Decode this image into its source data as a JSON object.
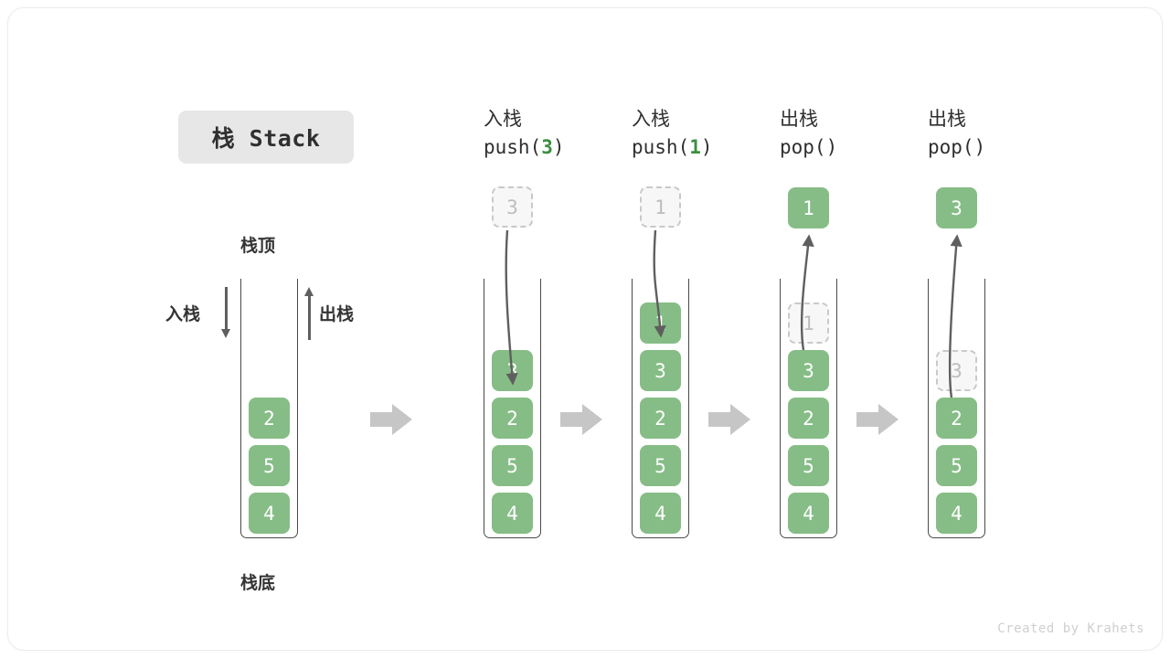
{
  "title": {
    "text": "栈 Stack"
  },
  "labels": {
    "top": "栈顶",
    "bottom": "栈底",
    "push_dir": "入栈",
    "pop_dir": "出栈"
  },
  "footer": {
    "credit": "Created by Krahets"
  },
  "colors": {
    "element_green": "#86bd86",
    "accent_green": "#3c8e42",
    "ghost_bg": "#f7f7f7",
    "ghost_border": "#c9c9c9",
    "tube_stroke": "#4a4a4a",
    "step_arrow": "#c6c6c6",
    "badge_bg": "#e7e7e7",
    "text": "#2f2f2f",
    "footer_text": "#cfcfcf"
  },
  "chart_data": {
    "type": "diagram",
    "title": "栈 Stack",
    "description": "Stack push/pop operation sequence; elements stack from bottom (栈底) to top (栈顶).",
    "initial_stack_bottom_to_top": [
      "4",
      "5",
      "2"
    ],
    "steps": [
      {
        "id": "initial",
        "op_cn": "",
        "op_code": "",
        "stack_bottom_to_top": [
          "4",
          "5",
          "2"
        ],
        "floating": null,
        "motion": "none"
      },
      {
        "id": "push-3",
        "op_cn": "入栈",
        "op_code": "push(3)",
        "op_arg": "3",
        "stack_bottom_to_top": [
          "4",
          "5",
          "2",
          "3"
        ],
        "floating": {
          "value": "3",
          "style": "ghost"
        },
        "motion": "down"
      },
      {
        "id": "push-1",
        "op_cn": "入栈",
        "op_code": "push(1)",
        "op_arg": "1",
        "stack_bottom_to_top": [
          "4",
          "5",
          "2",
          "3",
          "1"
        ],
        "floating": {
          "value": "1",
          "style": "ghost"
        },
        "motion": "down"
      },
      {
        "id": "pop-1",
        "op_cn": "出栈",
        "op_code": "pop()",
        "op_arg": "",
        "stack_bottom_to_top": [
          "4",
          "5",
          "2",
          "3"
        ],
        "ghost_top": "1",
        "floating": {
          "value": "1",
          "style": "solid"
        },
        "motion": "up"
      },
      {
        "id": "pop-3",
        "op_cn": "出栈",
        "op_code": "pop()",
        "op_arg": "",
        "stack_bottom_to_top": [
          "4",
          "5",
          "2"
        ],
        "ghost_top": "3",
        "floating": {
          "value": "3",
          "style": "solid"
        },
        "motion": "up"
      }
    ]
  },
  "columns": [
    {
      "header_cn": "",
      "header_code_prefix": "",
      "header_code_arg": "",
      "header_code_suffix": "",
      "cells": [
        {
          "value": "4",
          "style": "solid"
        },
        {
          "value": "5",
          "style": "solid"
        },
        {
          "value": "2",
          "style": "solid"
        }
      ],
      "floating": null
    },
    {
      "header_cn": "入栈",
      "header_code_prefix": "push(",
      "header_code_arg": "3",
      "header_code_suffix": ")",
      "cells": [
        {
          "value": "4",
          "style": "solid"
        },
        {
          "value": "5",
          "style": "solid"
        },
        {
          "value": "2",
          "style": "solid"
        },
        {
          "value": "3",
          "style": "solid"
        }
      ],
      "floating": {
        "value": "3",
        "style": "ghost"
      }
    },
    {
      "header_cn": "入栈",
      "header_code_prefix": "push(",
      "header_code_arg": "1",
      "header_code_suffix": ")",
      "cells": [
        {
          "value": "4",
          "style": "solid"
        },
        {
          "value": "5",
          "style": "solid"
        },
        {
          "value": "2",
          "style": "solid"
        },
        {
          "value": "3",
          "style": "solid"
        },
        {
          "value": "1",
          "style": "solid"
        }
      ],
      "floating": {
        "value": "1",
        "style": "ghost"
      }
    },
    {
      "header_cn": "出栈",
      "header_code_prefix": "pop(",
      "header_code_arg": "",
      "header_code_suffix": ")",
      "cells": [
        {
          "value": "4",
          "style": "solid"
        },
        {
          "value": "5",
          "style": "solid"
        },
        {
          "value": "2",
          "style": "solid"
        },
        {
          "value": "3",
          "style": "solid"
        },
        {
          "value": "1",
          "style": "ghost"
        }
      ],
      "floating": {
        "value": "1",
        "style": "solid"
      }
    },
    {
      "header_cn": "出栈",
      "header_code_prefix": "pop(",
      "header_code_arg": "",
      "header_code_suffix": ")",
      "cells": [
        {
          "value": "4",
          "style": "solid"
        },
        {
          "value": "5",
          "style": "solid"
        },
        {
          "value": "2",
          "style": "solid"
        },
        {
          "value": "3",
          "style": "ghost"
        }
      ],
      "floating": {
        "value": "3",
        "style": "solid"
      }
    }
  ]
}
